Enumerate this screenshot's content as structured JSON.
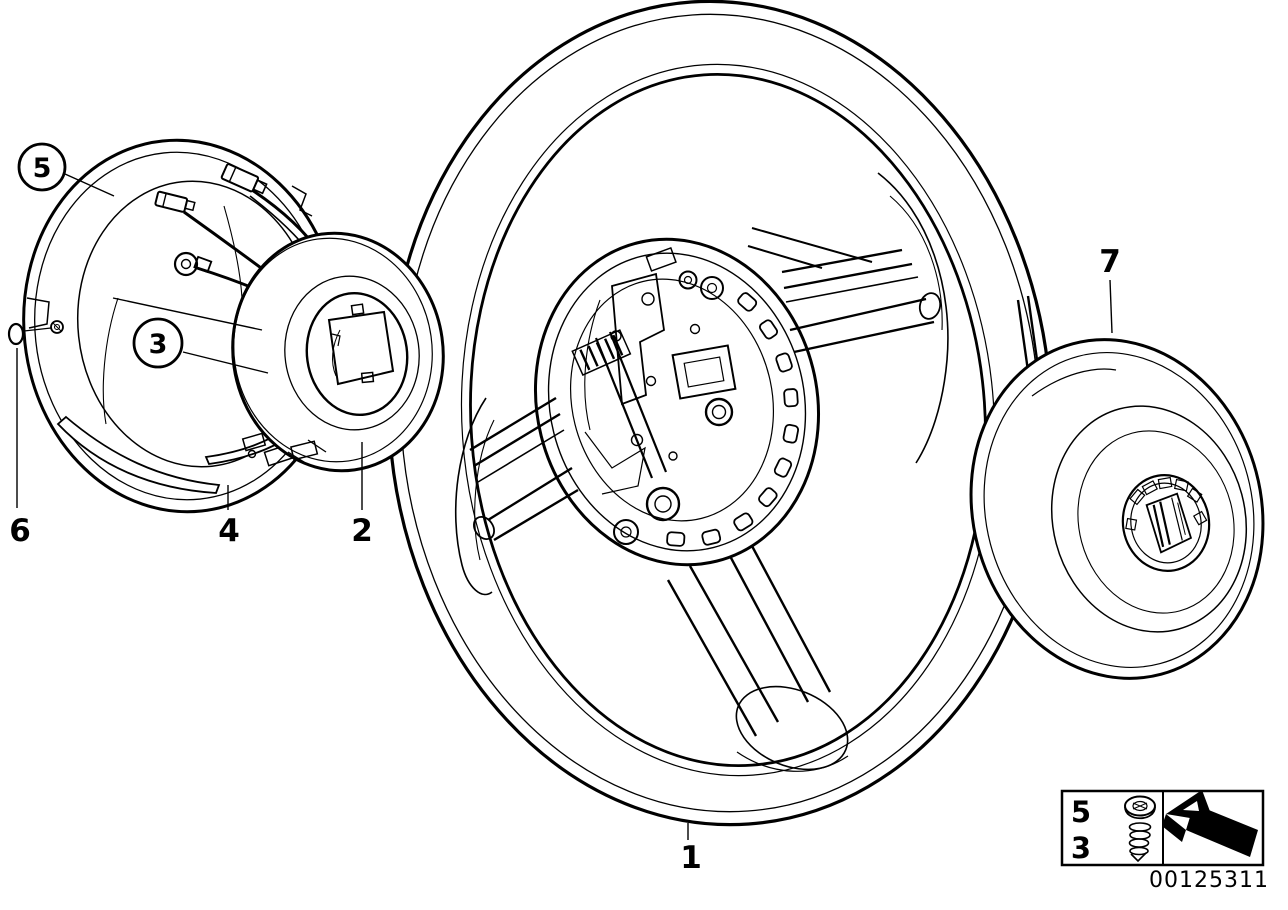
{
  "colors": {
    "line": "#000000",
    "background": "#ffffff"
  },
  "callouts": {
    "wheel": "1",
    "slip_ring": "2",
    "screw_inner": "3",
    "lower_cover": "4",
    "screw_outer": "5",
    "grommet": "6",
    "airbag_module": "7"
  },
  "legend": {
    "row1": "5",
    "row2": "3",
    "icons": [
      "torx-screw-icon",
      "nav-arrow-icon"
    ]
  },
  "part_number": "00125311"
}
